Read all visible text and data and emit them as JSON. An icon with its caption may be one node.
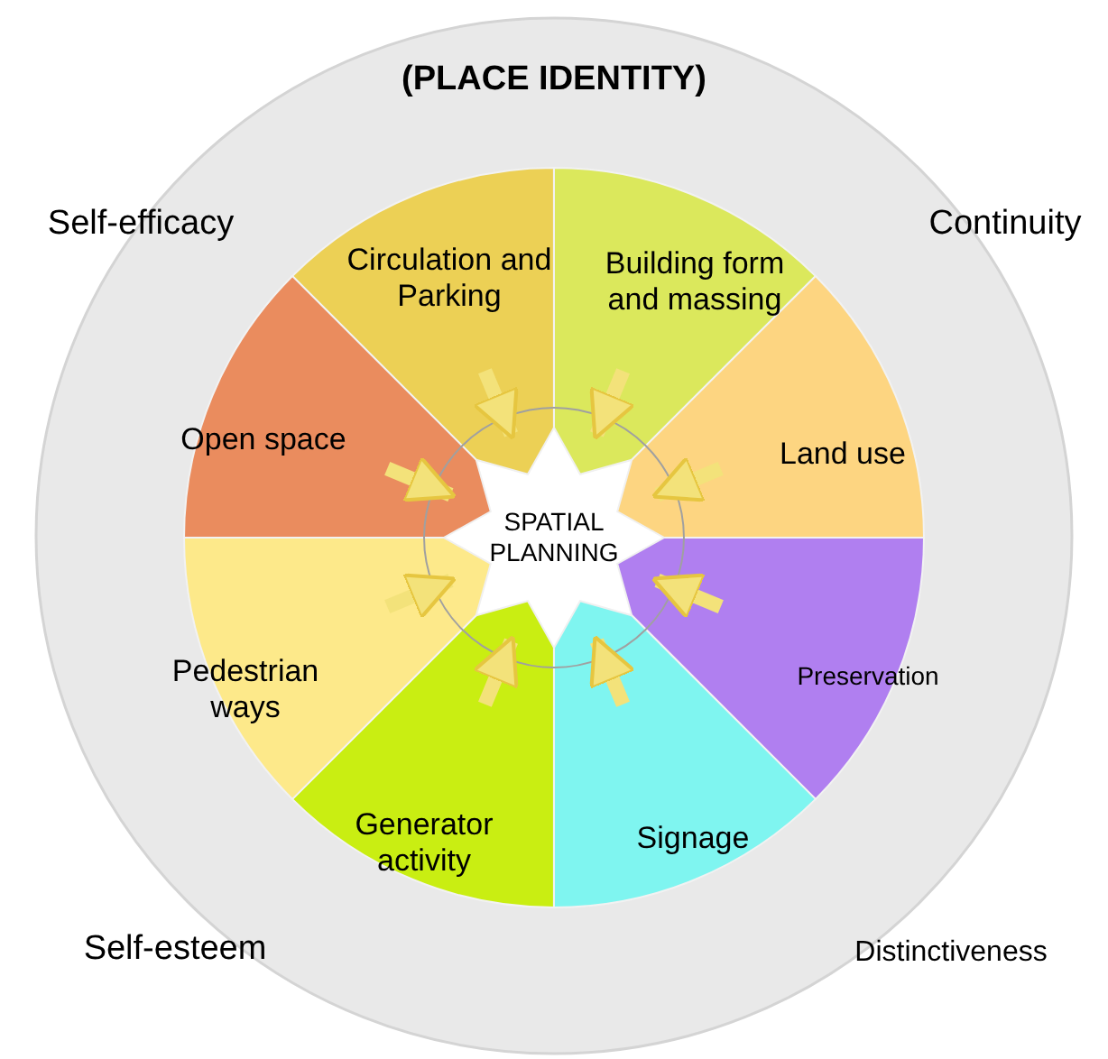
{
  "diagram": {
    "nodes": [
      {
        "text": [
          "(PLACE IDENTITY)"
        ]
      },
      {
        "text": [
          "Circulation and Parking"
        ],
        "in": 0
      },
      {
        "text": [
          "Building form and massing"
        ],
        "in": 0
      },
      {
        "text": [
          "Land use"
        ],
        "in": 0
      },
      {
        "text": [
          "Preservation"
        ],
        "in": 0
      },
      {
        "text": [
          "Signage"
        ],
        "in": 0
      },
      {
        "text": [
          "Generator activity"
        ],
        "in": 0
      },
      {
        "text": [
          "Pedestrian ways"
        ],
        "in": 0
      },
      {
        "text": [
          "Open space"
        ],
        "in": 0
      },
      {
        "text": [
          "SPATIAL PLANNING"
        ],
        "in": 0
      }
    ],
    "edges": [
      {
        "from": 1,
        "to": 9,
        "arrow": "to"
      },
      {
        "from": 2,
        "to": 9,
        "arrow": "to"
      },
      {
        "from": 3,
        "to": 9,
        "arrow": "to"
      },
      {
        "from": 4,
        "to": 9,
        "arrow": "to"
      },
      {
        "from": 5,
        "to": 9,
        "arrow": "to"
      },
      {
        "from": 6,
        "to": 9,
        "arrow": "to"
      },
      {
        "from": 7,
        "to": 9,
        "arrow": "to"
      },
      {
        "from": 8,
        "to": 9,
        "arrow": "to"
      }
    ],
    "labels": [
      "Self-efficacy",
      "Continuity",
      "Self-esteem",
      "Distinctiveness"
    ]
  }
}
